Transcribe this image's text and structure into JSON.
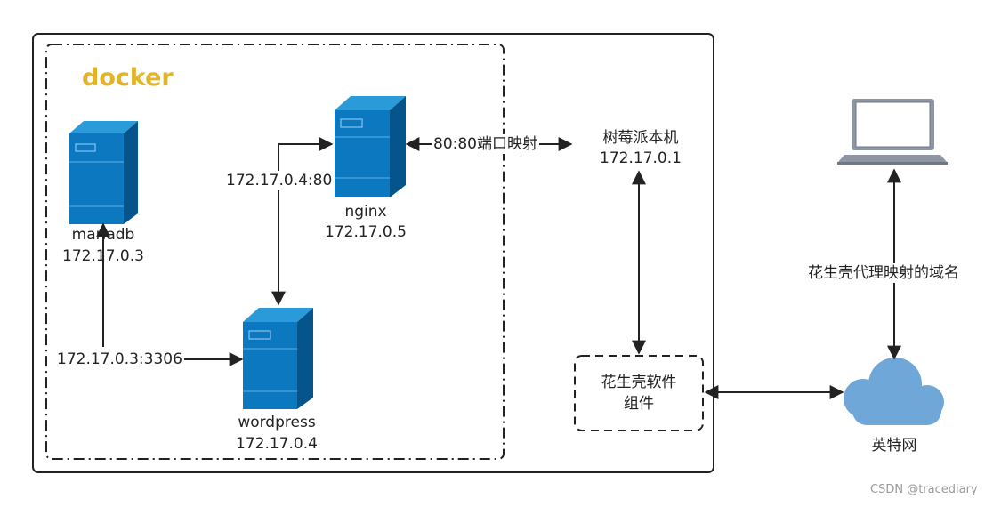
{
  "docker_label": "docker",
  "mariadb": {
    "name": "mariadb",
    "ip": "172.17.0.3"
  },
  "nginx": {
    "name": "nginx",
    "ip": "172.17.0.5"
  },
  "wordpress": {
    "name": "wordpress",
    "ip": "172.17.0.4"
  },
  "host": {
    "name": "树莓派本机",
    "ip": "172.17.0.1"
  },
  "software": {
    "line1": "花生壳软件",
    "line2": "组件"
  },
  "internet": {
    "name": "英特网"
  },
  "edges": {
    "nginx_wordpress": "172.17.0.4:80",
    "wordpress_mariadb": "172.17.0.3:3306",
    "port_mapping": "80:80端口映射",
    "domain_mapping": "花生壳代理映射的域名"
  },
  "watermark": "CSDN @tracediary",
  "colors": {
    "server_front": "#0b78c0",
    "server_top": "#2b9ad8",
    "server_side": "#05558c",
    "docker_label": "#e2b42a",
    "cloud": "#6fa8d8"
  }
}
